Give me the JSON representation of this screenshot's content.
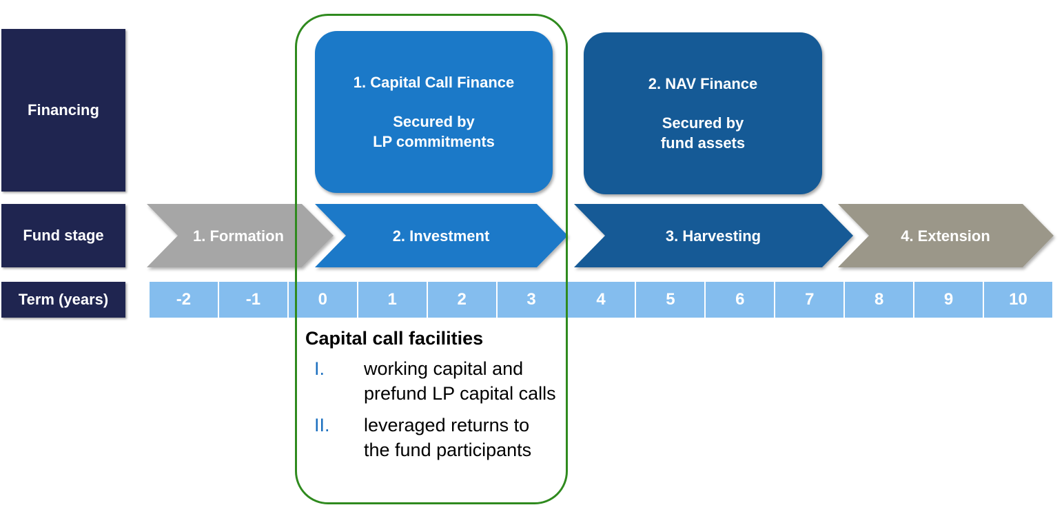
{
  "row_labels": {
    "financing": "Financing",
    "fund_stage": "Fund stage",
    "term": "Term (years)"
  },
  "financing": [
    {
      "title": "1. Capital Call Finance",
      "subtitle_line1": "Secured by",
      "subtitle_line2": "LP commitments",
      "color": "#1b79c8"
    },
    {
      "title": "2. NAV Finance",
      "subtitle_line1": "Secured by",
      "subtitle_line2": "fund assets",
      "color": "#155a96"
    }
  ],
  "stages": [
    {
      "label": "1. Formation",
      "color": "#a6a6a6"
    },
    {
      "label": "2. Investment",
      "color": "#1b79c8"
    },
    {
      "label": "3. Harvesting",
      "color": "#155a96"
    },
    {
      "label": "4. Extension",
      "color": "#9b9789"
    }
  ],
  "term_years": [
    "-2",
    "-1",
    "0",
    "1",
    "2",
    "3",
    "4",
    "5",
    "6",
    "7",
    "8",
    "9",
    "10"
  ],
  "facilities": {
    "title": "Capital call facilities",
    "items": [
      {
        "numeral": "I.",
        "text": "working capital and prefund LP capital calls"
      },
      {
        "numeral": "II.",
        "text": "leveraged returns to the fund participants"
      }
    ]
  },
  "colors": {
    "label_bg": "#1f2550",
    "term_bg": "#84bdee",
    "highlight_border": "#2f8a1e"
  }
}
